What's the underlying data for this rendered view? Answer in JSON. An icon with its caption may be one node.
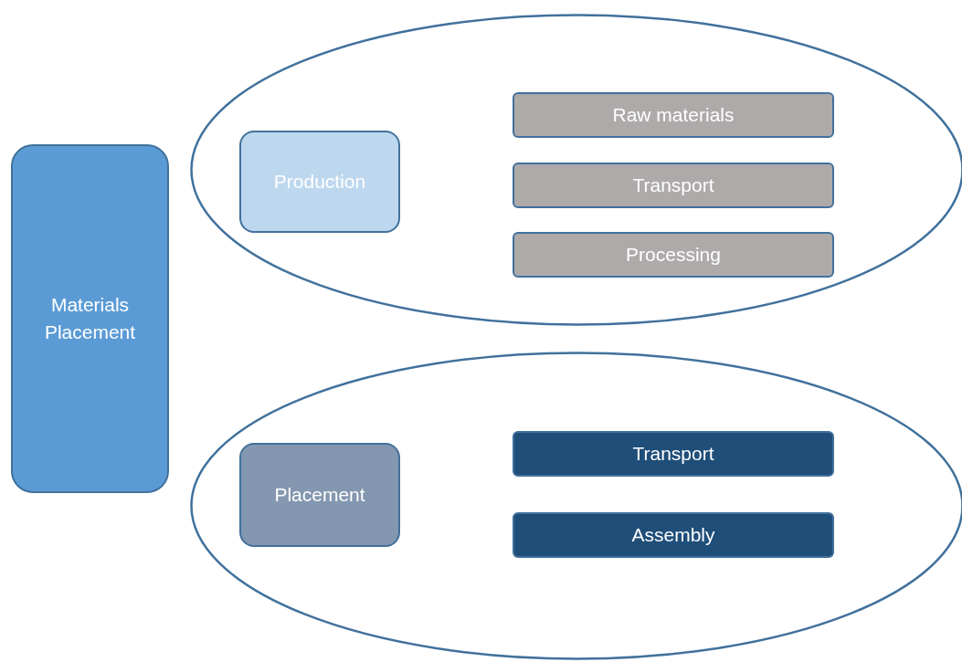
{
  "diagram": {
    "nodes": [
      {
        "text": [
          "Materials Placement"
        ]
      },
      {
        "text": [],
        "shape": "ellipse"
      },
      {
        "text": [
          "Production"
        ],
        "in": 1
      },
      {
        "text": [
          "Raw materials"
        ],
        "in": 1
      },
      {
        "text": [
          "Transport"
        ],
        "in": 1
      },
      {
        "text": [
          "Processing"
        ],
        "in": 1
      },
      {
        "text": [],
        "shape": "ellipse"
      },
      {
        "text": [
          "Placement"
        ],
        "in": 6
      },
      {
        "text": [
          "Transport"
        ],
        "in": 6
      },
      {
        "text": [
          "Assembly"
        ],
        "in": 6
      }
    ]
  }
}
